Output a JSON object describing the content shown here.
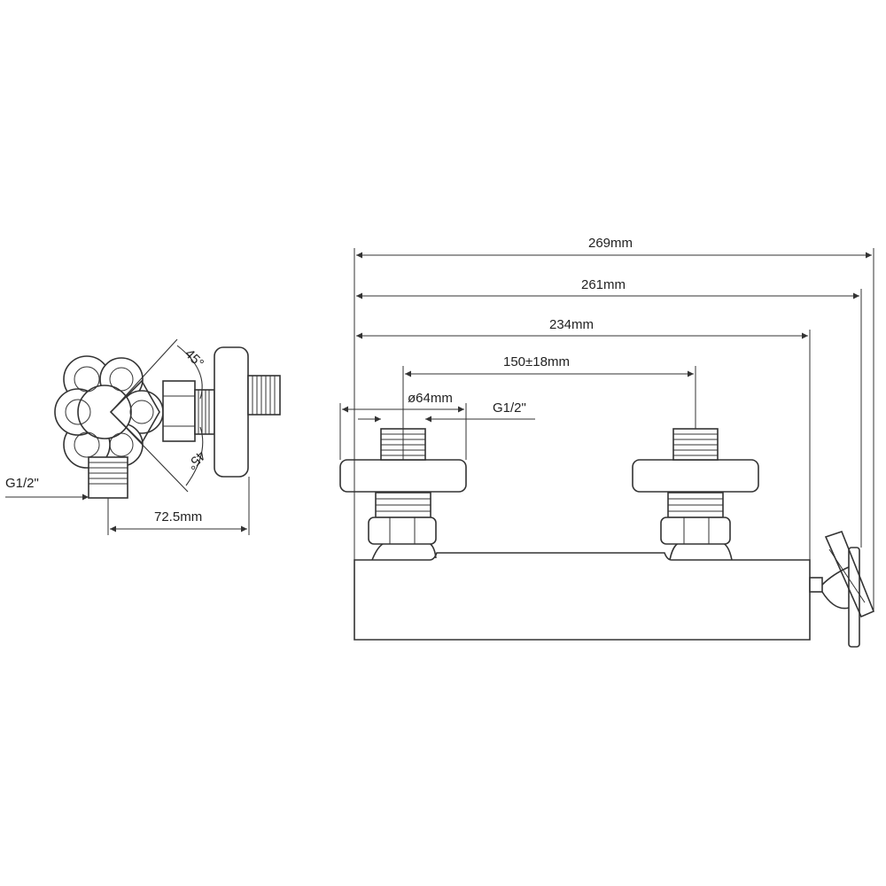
{
  "side_view": {
    "angle_top": "45°",
    "angle_bottom": "45°",
    "thread_label": "G1/2\"",
    "depth_dim": "72.5mm"
  },
  "front_view": {
    "overall_width_1": "269mm",
    "overall_width_2": "261mm",
    "body_width": "234mm",
    "center_distance": "150±18mm",
    "flange_diameter": "ø64mm",
    "thread_label": "G1/2\""
  }
}
